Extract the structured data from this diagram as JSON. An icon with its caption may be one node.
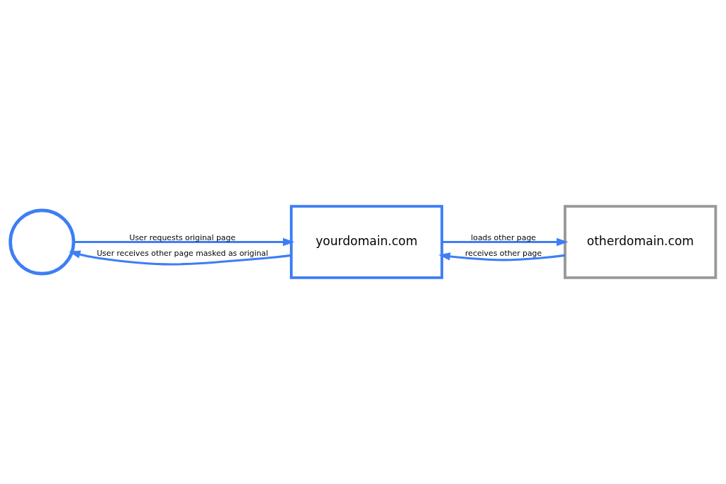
{
  "diagram": {
    "nodes": [
      {
        "text": [],
        "shape": "person"
      },
      {
        "text": [
          "yourdomain.com"
        ]
      },
      {
        "text": [
          "otherdomain.com"
        ]
      }
    ],
    "edges": [
      {
        "from": 0,
        "to": 1,
        "arrow": "to",
        "label": "User requests original page"
      },
      {
        "from": 1,
        "to": 0,
        "arrow": "to",
        "label": "User receives other page masked as original"
      },
      {
        "from": 1,
        "to": 2,
        "arrow": "to",
        "label": "loads other page"
      },
      {
        "from": 2,
        "to": 1,
        "arrow": "to",
        "label": "receives other page"
      }
    ]
  }
}
